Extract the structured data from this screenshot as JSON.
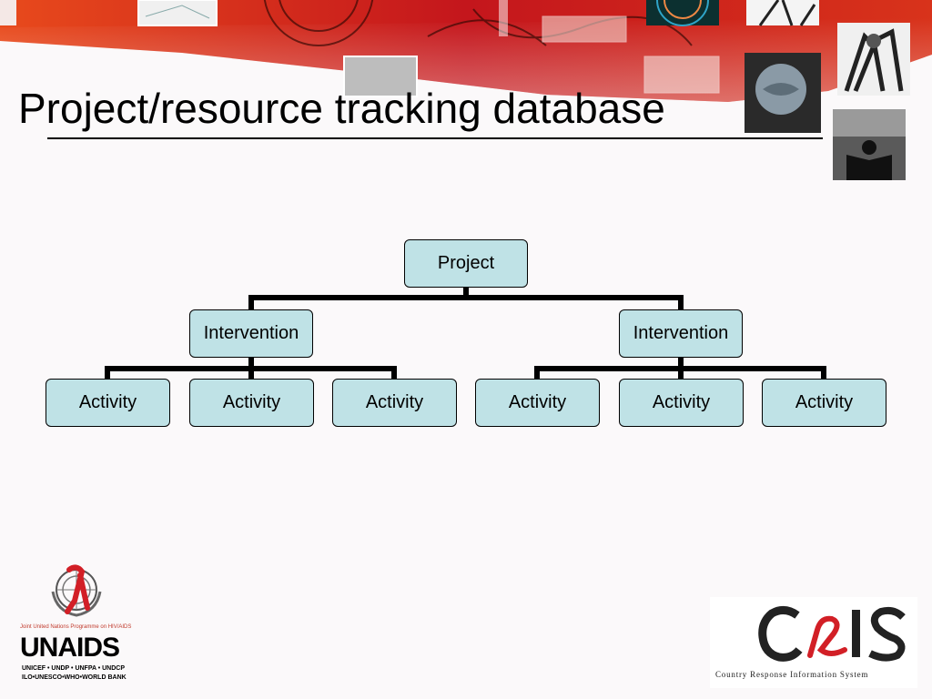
{
  "slide": {
    "title": "Project/resource tracking database"
  },
  "diagram": {
    "root": "Project",
    "interventions": [
      "Intervention",
      "Intervention"
    ],
    "activities": [
      "Activity",
      "Activity",
      "Activity",
      "Activity",
      "Activity",
      "Activity"
    ]
  },
  "logos": {
    "unaids": {
      "tagline": "Joint United Nations Programme on HIV/AIDS",
      "name": "UNAIDS",
      "cosponsors_line1": "UNICEF • UNDP • UNFPA • UNDCP",
      "cosponsors_line2": "ILO•UNESCO•WHO•WORLD BANK"
    },
    "cris": {
      "subtitle": "Country Response Information System"
    }
  },
  "colors": {
    "node_fill": "#bfe2e6",
    "banner_red": "#d8261b",
    "ribbon_red": "#d21f26"
  }
}
